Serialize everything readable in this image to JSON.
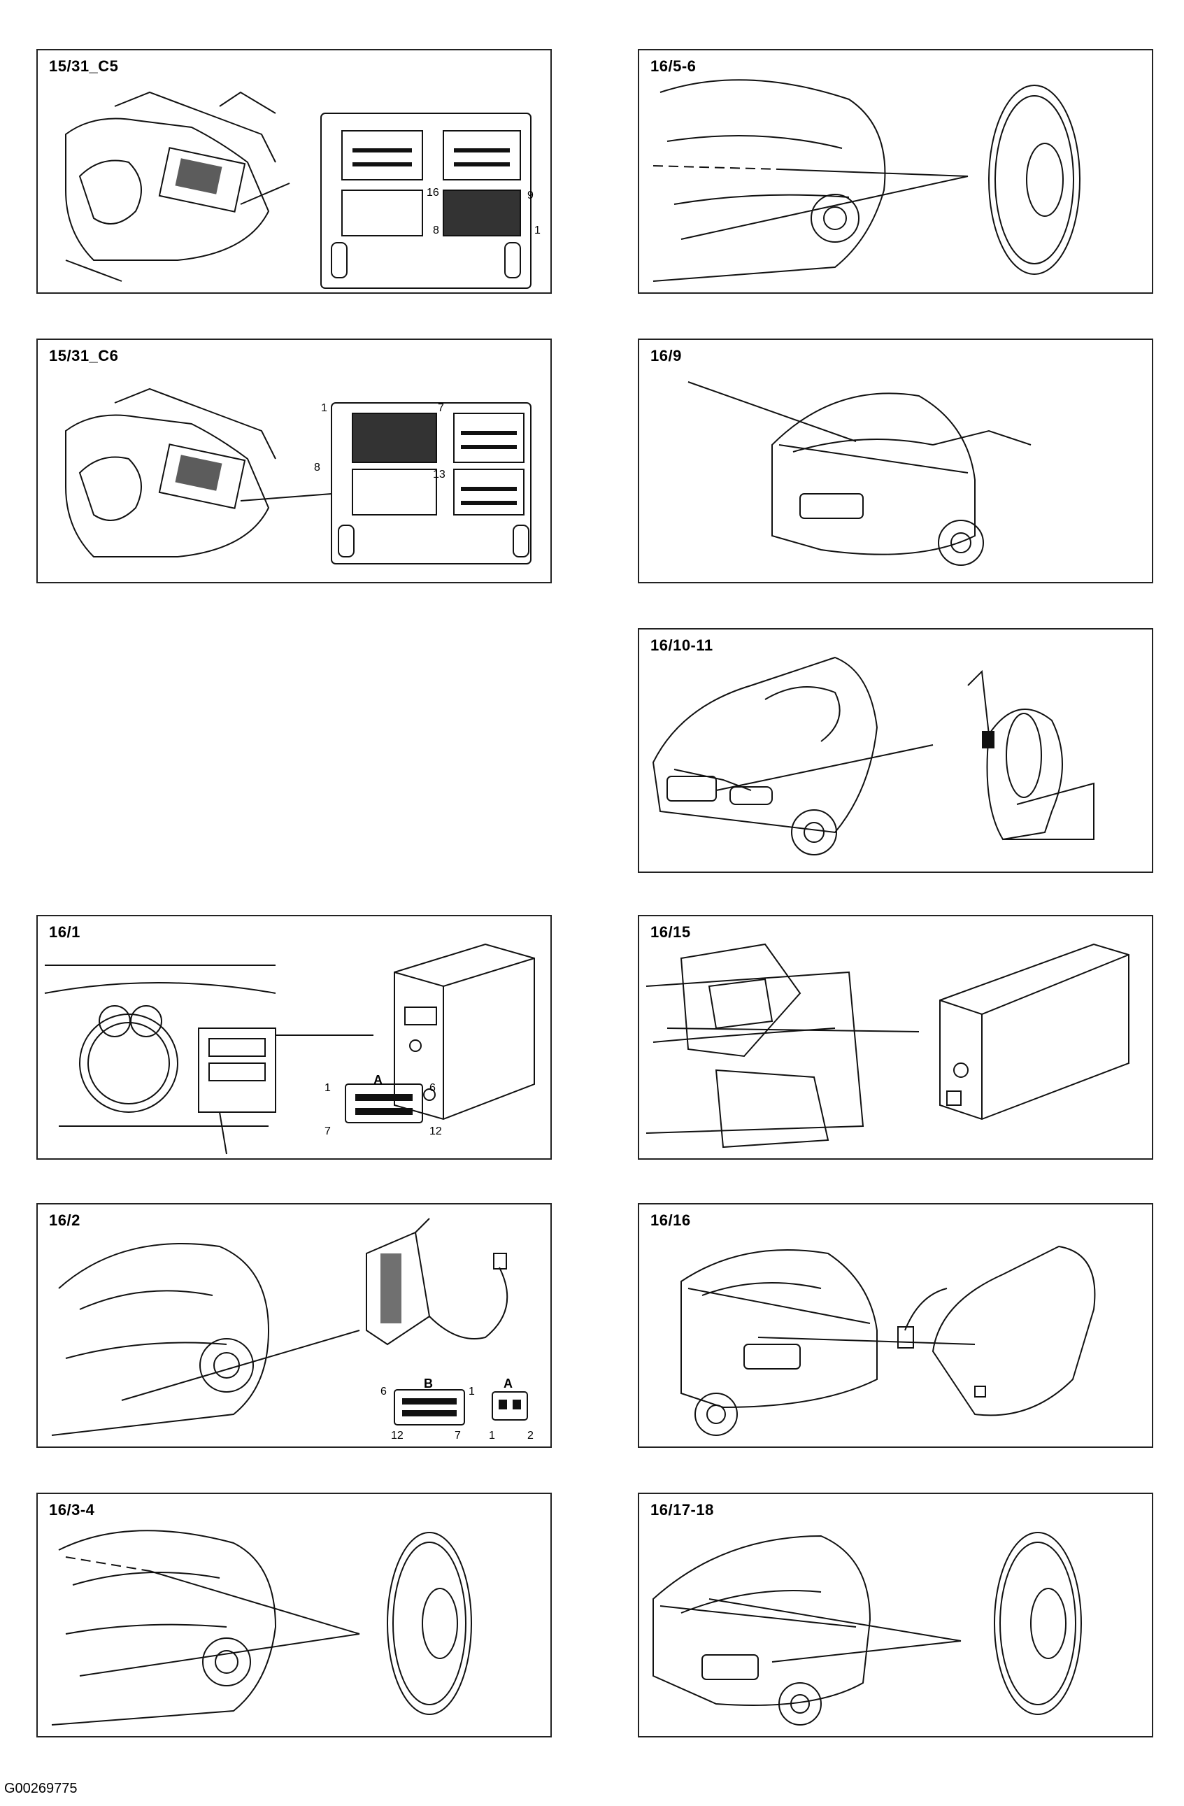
{
  "panels": {
    "p15_31_c5": {
      "label": "15/31_C5",
      "pins": {
        "p16": "16",
        "p9": "9",
        "p8": "8",
        "p1": "1"
      }
    },
    "p15_31_c6": {
      "label": "15/31_C6",
      "pins": {
        "p1": "1",
        "p7": "7",
        "p8": "8",
        "p13": "13"
      }
    },
    "p16_1": {
      "label": "16/1",
      "connector": {
        "letter": "A",
        "p1": "1",
        "p6": "6",
        "p7": "7",
        "p12": "12"
      }
    },
    "p16_2": {
      "label": "16/2",
      "connector_b": {
        "letter": "B",
        "p6": "6",
        "p1": "1",
        "p12": "12",
        "p7": "7"
      },
      "connector_a": {
        "letter": "A",
        "p1": "1",
        "p2": "2"
      }
    },
    "p16_3_4": {
      "label": "16/3-4"
    },
    "p16_5_6": {
      "label": "16/5-6"
    },
    "p16_9": {
      "label": "16/9"
    },
    "p16_10_11": {
      "label": "16/10-11"
    },
    "p16_15": {
      "label": "16/15"
    },
    "p16_16": {
      "label": "16/16"
    },
    "p16_17_18": {
      "label": "16/17-18"
    }
  },
  "footer": {
    "code": "G00269775"
  },
  "icons": [
    "engine-bay-icon",
    "connector-block-icon",
    "car-side-icon",
    "speaker-icon",
    "car-rear-icon",
    "car-front-icon",
    "horn-icon",
    "dashboard-icon",
    "radio-unit-icon",
    "trunk-icon",
    "control-module-icon",
    "amplifier-icon"
  ]
}
